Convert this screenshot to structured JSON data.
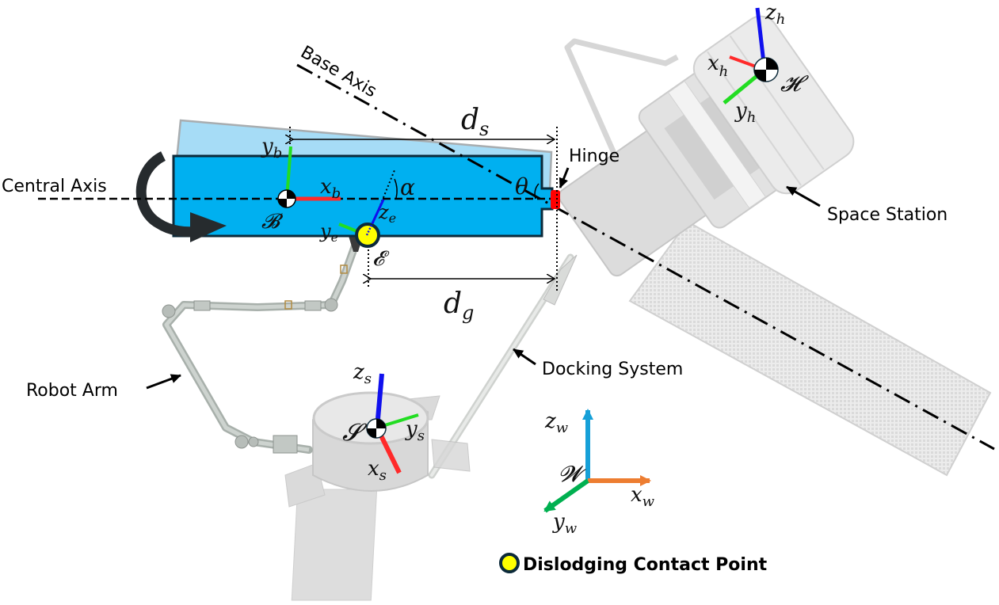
{
  "labels": {
    "central_axis": "Central Axis",
    "base_axis": "Base Axis",
    "hinge": "Hinge",
    "space_station": "Space Station",
    "robot_arm": "Robot Arm",
    "docking_system": "Docking System",
    "legend_contact": "Dislodging  Contact Point"
  },
  "dimensions": {
    "ds": {
      "base": "d",
      "sub": "s"
    },
    "dg": {
      "base": "d",
      "sub": "g"
    },
    "alpha": "α",
    "theta": "θ"
  },
  "frames": {
    "base": {
      "name": "𝓑",
      "x": {
        "base": "x",
        "sub": "b"
      },
      "y": {
        "base": "y",
        "sub": "b"
      }
    },
    "end_effector": {
      "name": "𝓔",
      "y": {
        "base": "y",
        "sub": "e"
      },
      "z": {
        "base": "z",
        "sub": "e"
      }
    },
    "hub": {
      "name": "𝓗",
      "x": {
        "base": "x",
        "sub": "h"
      },
      "y": {
        "base": "y",
        "sub": "h"
      },
      "z": {
        "base": "z",
        "sub": "h"
      }
    },
    "satellite": {
      "name": "𝓢",
      "x": {
        "base": "x",
        "sub": "s"
      },
      "y": {
        "base": "y",
        "sub": "s"
      },
      "z": {
        "base": "z",
        "sub": "s"
      }
    },
    "world": {
      "name": "𝓦",
      "x": {
        "base": "x",
        "sub": "w"
      },
      "y": {
        "base": "y",
        "sub": "w"
      },
      "z": {
        "base": "z",
        "sub": "w"
      }
    }
  },
  "colors": {
    "body_fill": "#00b0f0",
    "body_ghost_fill": "#a6dcf6",
    "body_stroke": "#0c2a3a",
    "hinge": "#ff0000",
    "axis_x": "#ff2a2a",
    "axis_y": "#22dd22",
    "axis_z": "#1010ee",
    "world_x": "#ed7d31",
    "world_y": "#00b050",
    "world_z": "#16a0d8",
    "contact_fill": "#ffff00",
    "contact_stroke": "#0c2a3a"
  }
}
